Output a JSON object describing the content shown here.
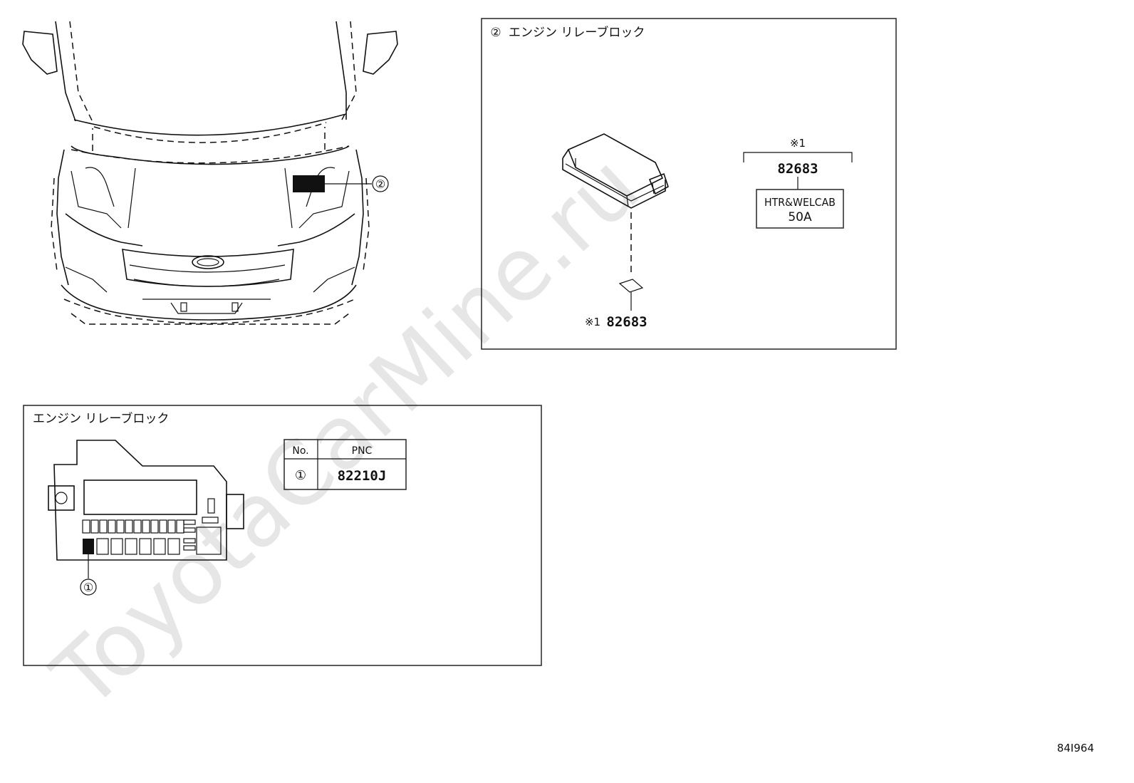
{
  "watermark": "ToyotaCarMine.ru",
  "drawing_code": "84I964",
  "vehicle_view": {
    "callout": "②"
  },
  "detail_panel": {
    "title_marker": "②",
    "title": "エンジン リレーブロック",
    "note_mark_top": "※1",
    "part_number_top": "82683",
    "label_line1": "HTR&WELCAB",
    "label_line2": "50A",
    "bottom_note_mark": "※1",
    "bottom_part_number": "82683"
  },
  "relay_block_panel": {
    "title": "エンジン リレーブロック",
    "callout": "①",
    "table": {
      "headers": [
        "No.",
        "PNC"
      ],
      "rows": [
        {
          "no": "①",
          "pnc": "82210J"
        }
      ]
    }
  }
}
